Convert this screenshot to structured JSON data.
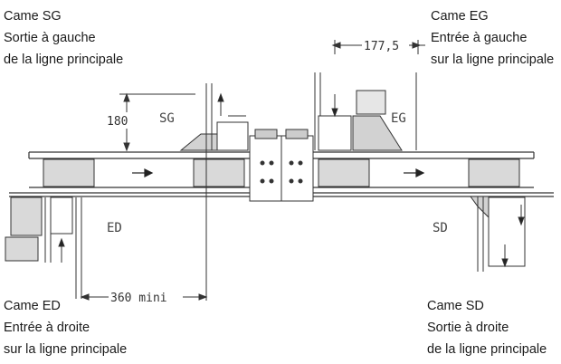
{
  "captions": {
    "came_sg": {
      "title": "Came SG",
      "line1": "Sortie à gauche",
      "line2": "de la ligne principale"
    },
    "came_eg": {
      "title": "Came EG",
      "line1": "Entrée à gauche",
      "line2": "sur la ligne principale"
    },
    "came_ed": {
      "title": "Came ED",
      "line1": "Entrée à droite",
      "line2": "sur la ligne principale"
    },
    "came_sd": {
      "title": "Came SD",
      "line1": "Sortie à droite",
      "line2": "de la ligne principale"
    }
  },
  "dimensions": {
    "height": "180",
    "offset": "177,5",
    "min_spacing": "360 mini"
  },
  "tags": {
    "sg": "SG",
    "eg": "EG",
    "ed": "ED",
    "sd": "SD"
  },
  "colors": {
    "line": "#333333",
    "carrier": "#d9d9d9",
    "text": "#1a1a1a"
  }
}
